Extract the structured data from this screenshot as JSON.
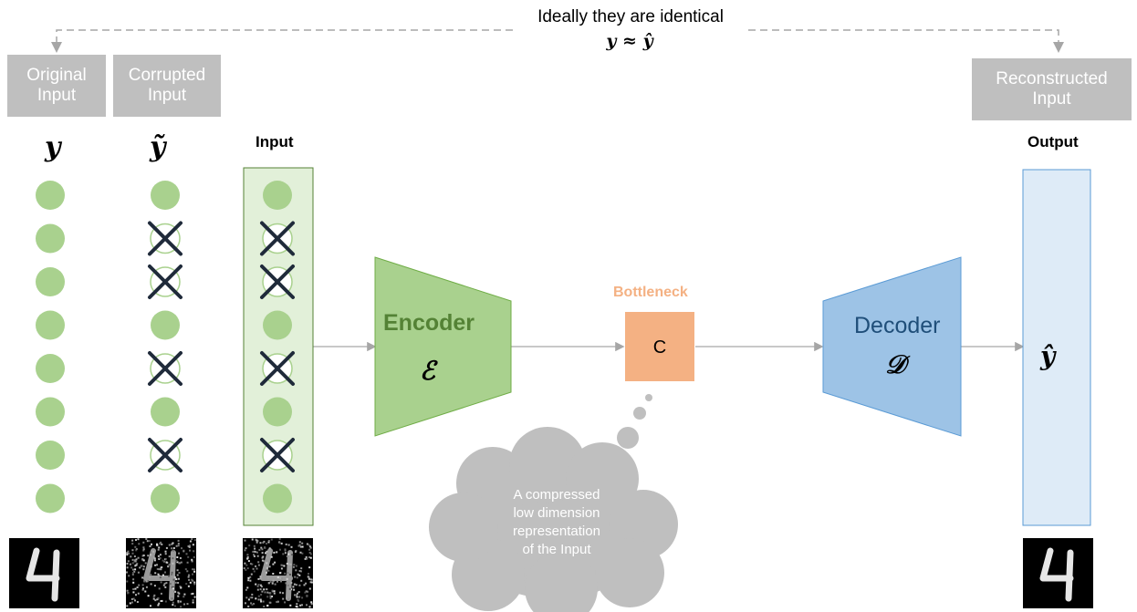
{
  "top_note": {
    "caption": "Ideally they are identical",
    "equation": "y ≈ ŷ"
  },
  "labels": {
    "original": [
      "Original",
      "Input"
    ],
    "corrupted": [
      "Corrupted",
      "Input"
    ],
    "reconstructed": [
      "Reconstructed",
      "Input"
    ]
  },
  "symbols": {
    "original": "y",
    "corrupted": "ỹ",
    "output": "ŷ"
  },
  "headers": {
    "input": "Input",
    "output": "Output"
  },
  "encoder": {
    "name": "Encoder",
    "symbol": "ℰ"
  },
  "decoder": {
    "name": "Decoder",
    "symbol": "𝒟"
  },
  "bottleneck": {
    "title": "Bottleneck",
    "code": "C"
  },
  "thought": [
    "A compressed",
    "low dimension",
    "representation",
    "of the Input"
  ],
  "nodes": {
    "count": 8,
    "corrupted_indices": [
      1,
      2,
      4,
      6
    ]
  },
  "colors": {
    "node_green": "#a9d18e",
    "encoder_fill": "#a9d18e",
    "encoder_text": "#548235",
    "decoder_fill": "#9dc3e6",
    "decoder_text": "#1f4e79",
    "bottleneck_fill": "#f4b183",
    "bottleneck_title": "#f4b183",
    "input_box_fill": "#e2f0d9",
    "output_box_fill": "#deebf7",
    "gray_label": "#bfbfbf"
  }
}
